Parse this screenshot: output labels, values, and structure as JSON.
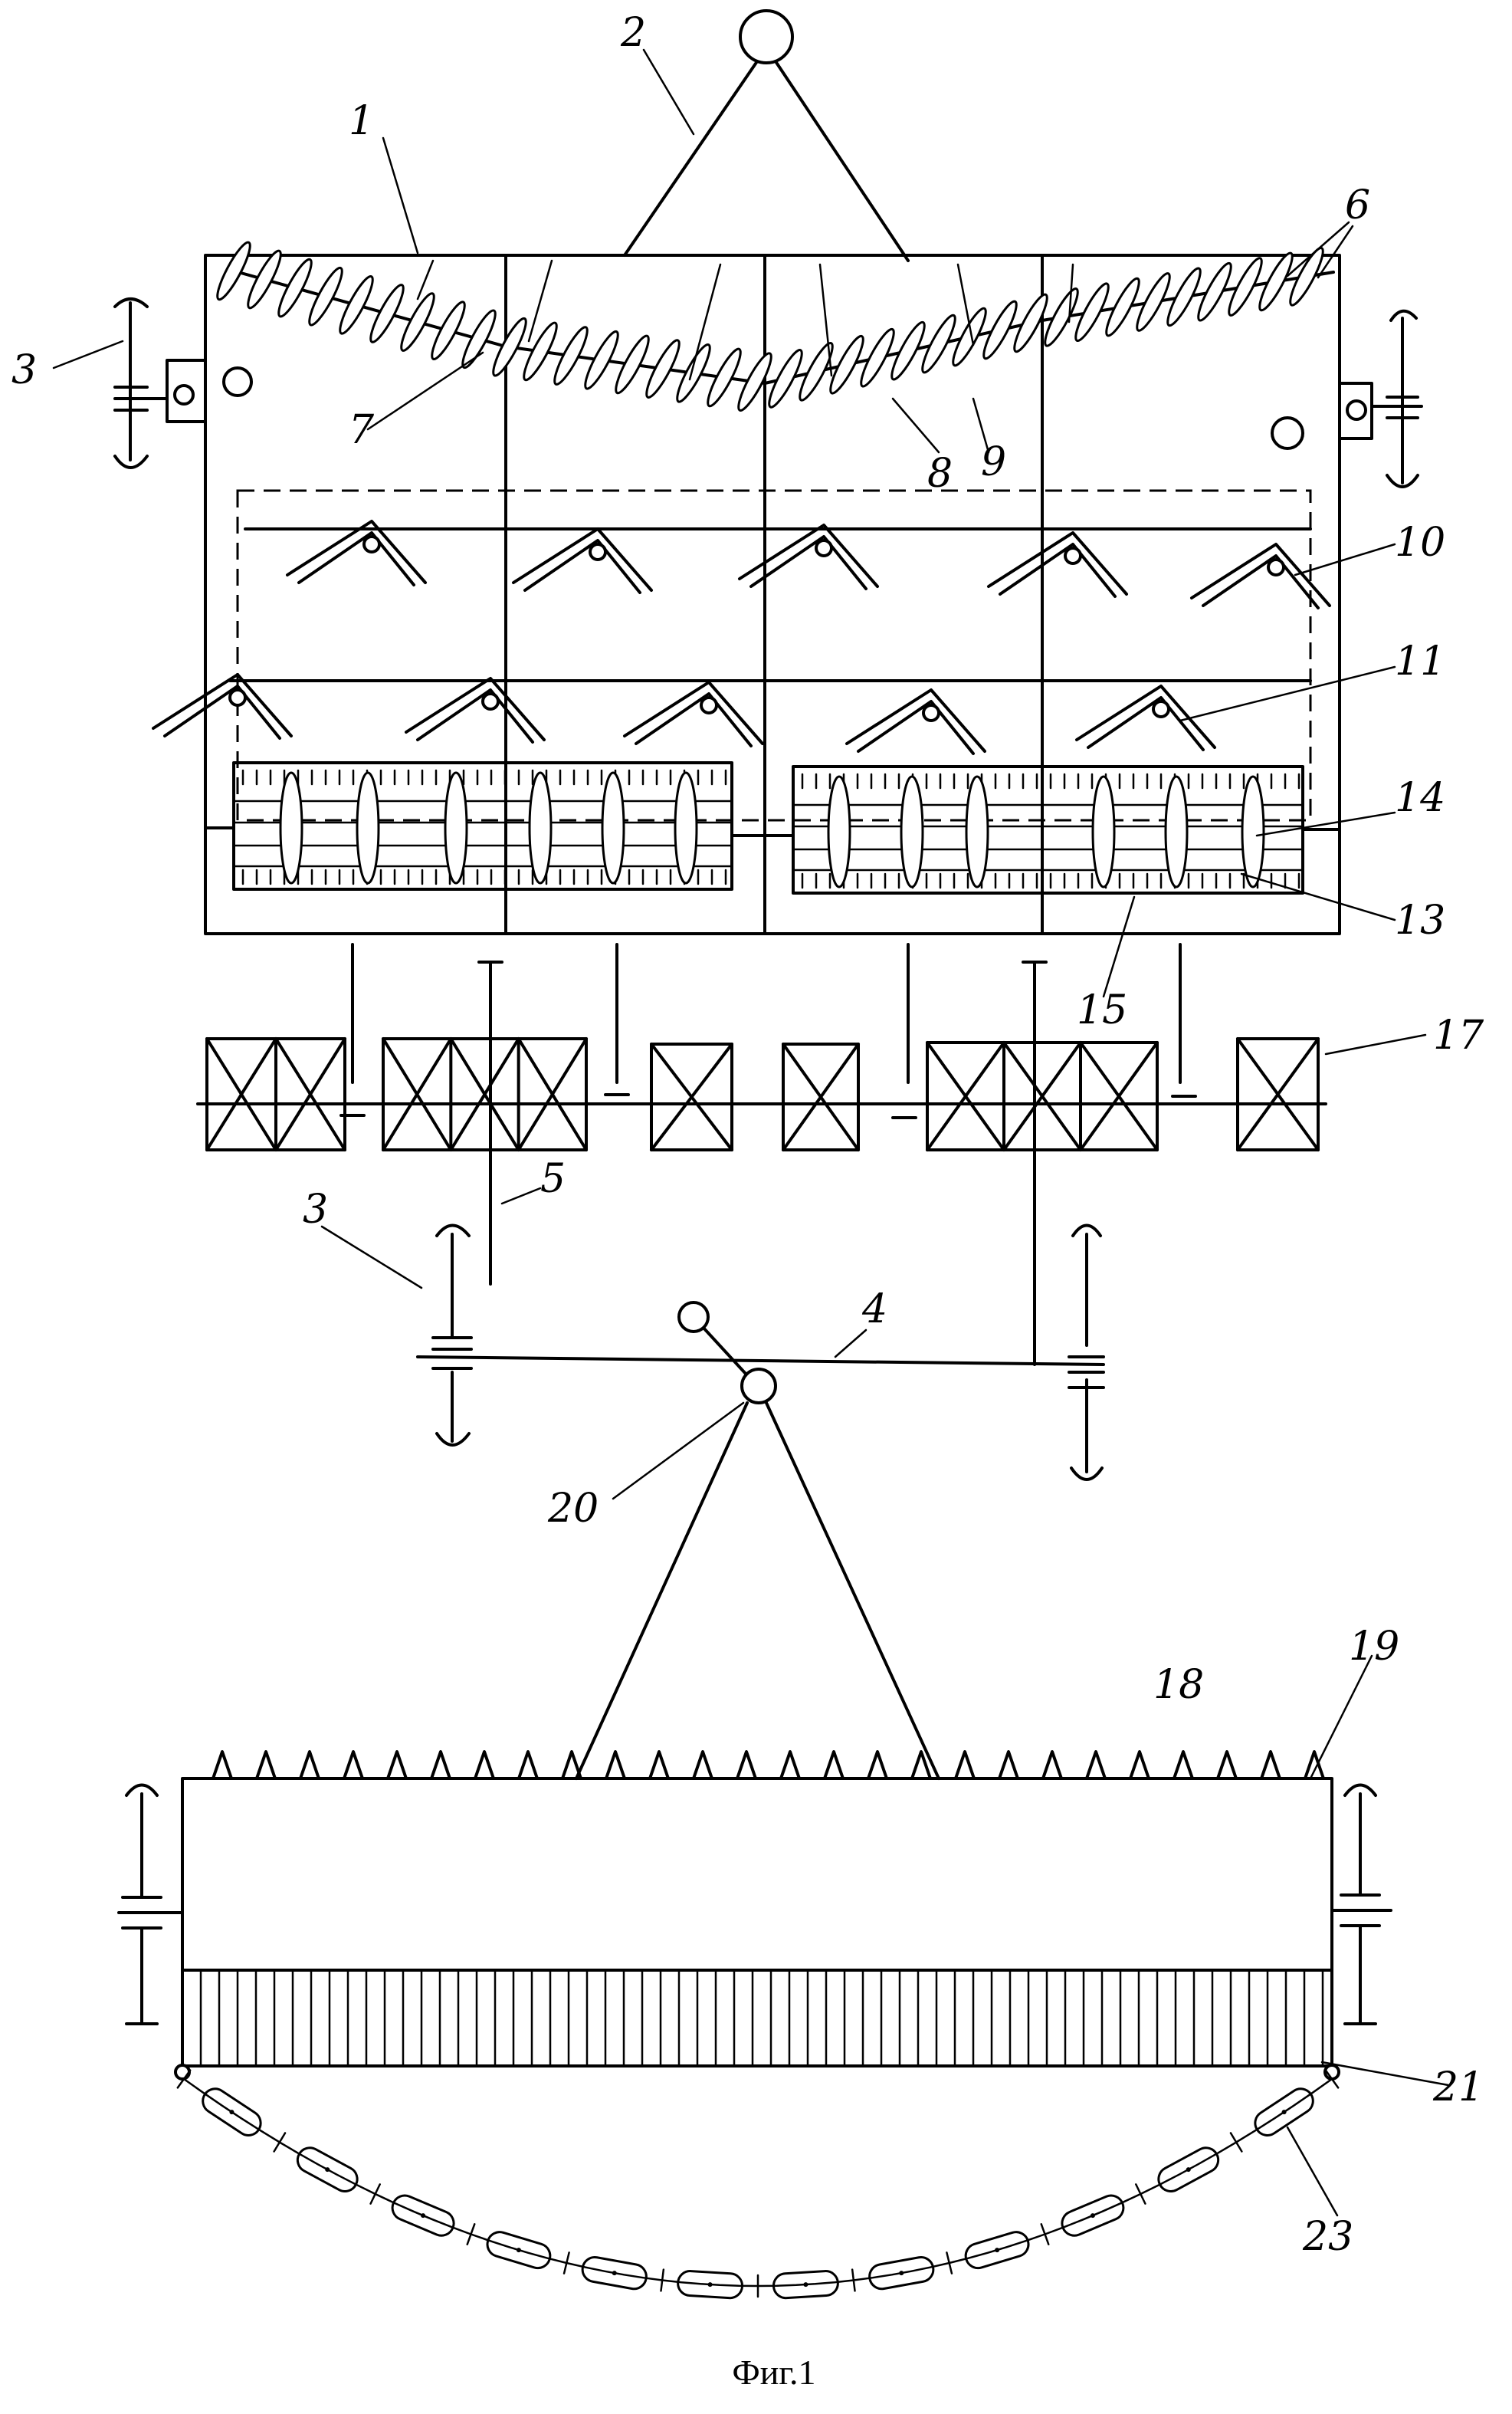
{
  "figure": {
    "caption": "Фиг.1",
    "reference_labels": [
      "1",
      "2",
      "3",
      "3",
      "4",
      "5",
      "6",
      "7",
      "8",
      "9",
      "10",
      "11",
      "13",
      "14",
      "15",
      "17",
      "18",
      "19",
      "20",
      "21",
      "23"
    ]
  }
}
